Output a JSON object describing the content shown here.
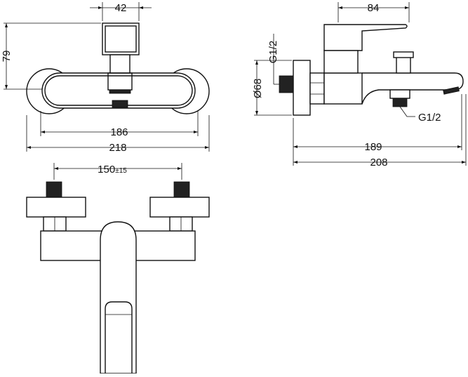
{
  "dimensions": {
    "top_body_width": "42",
    "height": "79",
    "inner_width": "186",
    "outer_width": "218",
    "spout_projection": "84",
    "flange_diameter": "Ø68",
    "inlet_thread": "G1/2",
    "outlet_thread": "G1/2",
    "spout_length": "189",
    "total_length": "208",
    "centre_distance": "150",
    "centre_tolerance": "±15"
  },
  "colors": {
    "line": "#111111",
    "background": "#ffffff"
  }
}
